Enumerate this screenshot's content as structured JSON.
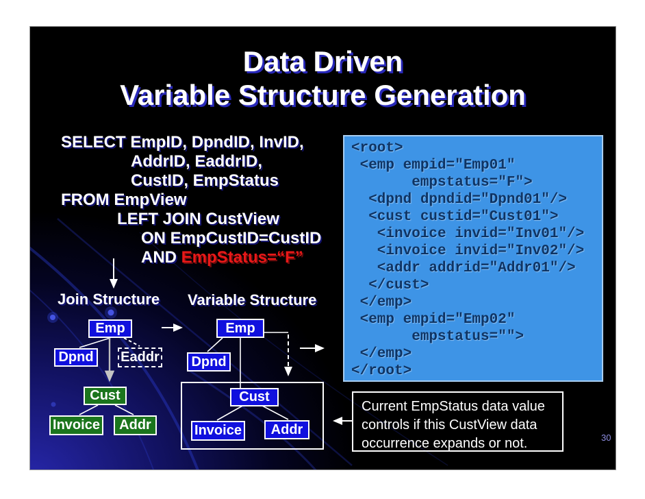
{
  "slide": {
    "title_line1": "Data Driven",
    "title_line2": "Variable Structure Generation",
    "page_number": "30"
  },
  "sql": {
    "lines": [
      "SELECT EmpID, DpndID, InvID,",
      "AddrID, EaddrID,",
      "CustID, EmpStatus",
      "FROM EmpView",
      "LEFT JOIN CustView",
      "ON EmpCustID=CustID"
    ],
    "and_prefix": "AND ",
    "and_condition": "EmpStatus=“F”"
  },
  "xml": {
    "lines": [
      "<root>",
      " <emp empid=\"Emp01\"",
      "       empstatus=\"F\">",
      "  <dpnd dpndid=\"Dpnd01\"/>",
      "  <cust custid=\"Cust01\">",
      "   <invoice invid=\"Inv01\"/>",
      "   <invoice invid=\"Inv02\"/>",
      "   <addr addrid=\"Addr01\"/>",
      "  </cust>",
      " </emp>",
      " <emp empid=\"Emp02\"",
      "       empstatus=\"\">",
      " </emp>",
      "</root>"
    ]
  },
  "diagram": {
    "join_label": "Join Structure",
    "variable_label": "Variable Structure",
    "join": {
      "emp": "Emp",
      "dpnd": "Dpnd",
      "eaddr": "Eaddr",
      "cust": "Cust",
      "invoice": "Invoice",
      "addr": "Addr"
    },
    "variable": {
      "emp": "Emp",
      "dpnd": "Dpnd",
      "cust": "Cust",
      "invoice": "Invoice",
      "addr": "Addr"
    }
  },
  "note": {
    "line1": "Current EmpStatus data value",
    "line2": "controls if this CustView data",
    "line3": "occurrence expands or not."
  },
  "colors": {
    "node_blue": "#1010de",
    "node_green": "#1b751d",
    "xml_background": "#3e94e6",
    "xml_text": "#0e3464",
    "highlight_red": "#e81818",
    "title_shadow_blue": "#2828b8",
    "glow_blue": "#2828b2"
  }
}
